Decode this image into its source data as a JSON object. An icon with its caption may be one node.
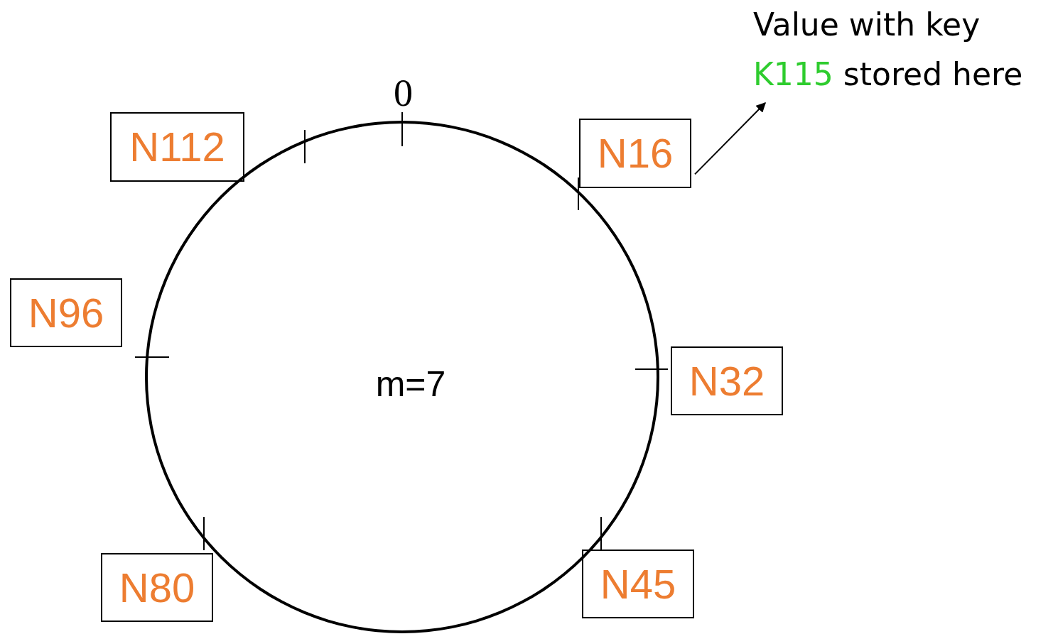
{
  "diagram": {
    "nodes": [
      {
        "text": [
          "Value with key K115 stored here"
        ]
      },
      {
        "text": [
          "N112"
        ]
      },
      {
        "text": [
          "N16"
        ]
      },
      {
        "text": [
          "N96"
        ]
      },
      {
        "text": [
          "m=7"
        ],
        "beside": [
          "0"
        ]
      },
      {
        "text": [
          "N32"
        ]
      },
      {
        "text": [
          "N80"
        ]
      },
      {
        "text": [
          "N45"
        ]
      }
    ],
    "edges": [
      {
        "from": 2,
        "to": 0,
        "arrow": "to"
      }
    ]
  }
}
